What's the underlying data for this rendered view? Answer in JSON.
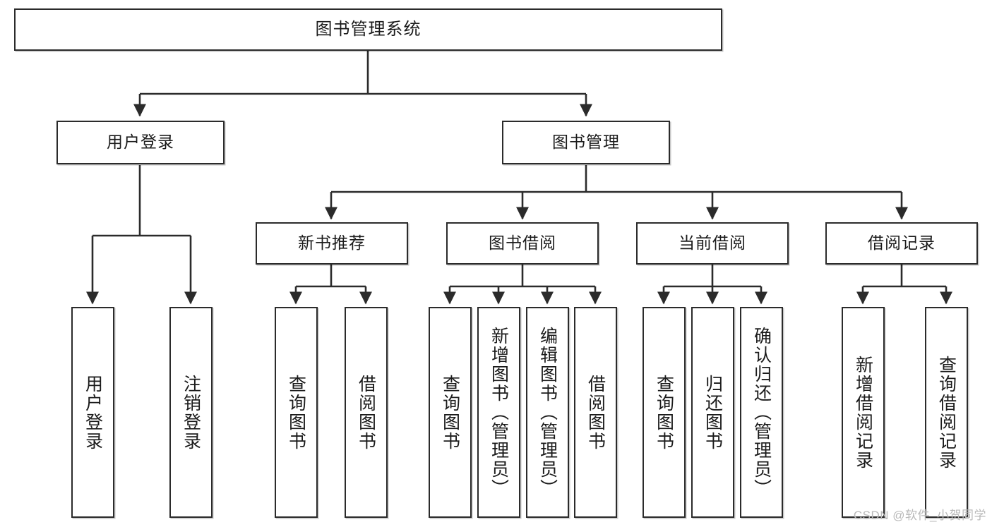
{
  "diagram": {
    "type": "hierarchy-tree",
    "title": "图书管理系统",
    "root": {
      "label": "图书管理系统"
    },
    "level2": [
      {
        "id": "user-login",
        "label": "用户登录"
      },
      {
        "id": "book-manage",
        "label": "图书管理"
      }
    ],
    "level3": [
      {
        "id": "new-book-recommend",
        "label": "新书推荐",
        "parent": "book-manage"
      },
      {
        "id": "book-borrow",
        "label": "图书借阅",
        "parent": "book-manage"
      },
      {
        "id": "current-borrow",
        "label": "当前借阅",
        "parent": "book-manage"
      },
      {
        "id": "borrow-record",
        "label": "借阅记录",
        "parent": "book-manage"
      }
    ],
    "leaves": [
      {
        "id": "leaf-user-login",
        "label": "用户登录",
        "parent": "user-login"
      },
      {
        "id": "leaf-logout",
        "label": "注销登录",
        "parent": "user-login"
      },
      {
        "id": "leaf-query-book-1",
        "label": "查询图书",
        "parent": "new-book-recommend"
      },
      {
        "id": "leaf-borrow-book-1",
        "label": "借阅图书",
        "parent": "new-book-recommend"
      },
      {
        "id": "leaf-query-book-2",
        "label": "查询图书",
        "parent": "book-borrow"
      },
      {
        "id": "leaf-add-book",
        "label": "新增图书（管理员）",
        "parent": "book-borrow"
      },
      {
        "id": "leaf-edit-book",
        "label": "编辑图书（管理员）",
        "parent": "book-borrow"
      },
      {
        "id": "leaf-borrow-book-2",
        "label": "借阅图书",
        "parent": "book-borrow"
      },
      {
        "id": "leaf-query-book-3",
        "label": "查询图书",
        "parent": "current-borrow"
      },
      {
        "id": "leaf-return-book",
        "label": "归还图书",
        "parent": "current-borrow"
      },
      {
        "id": "leaf-confirm-return",
        "label": "确认归还（管理员）",
        "parent": "current-borrow"
      },
      {
        "id": "leaf-add-record",
        "label": "新增借阅记录",
        "parent": "borrow-record"
      },
      {
        "id": "leaf-query-record",
        "label": "查询借阅记录",
        "parent": "borrow-record"
      }
    ],
    "watermark": "CSDN @软件_小贺同学",
    "colors": {
      "stroke": "#2b2b2b",
      "fill": "#ffffff",
      "text": "#1b1b1b",
      "watermark": "#b9b9b9"
    }
  }
}
